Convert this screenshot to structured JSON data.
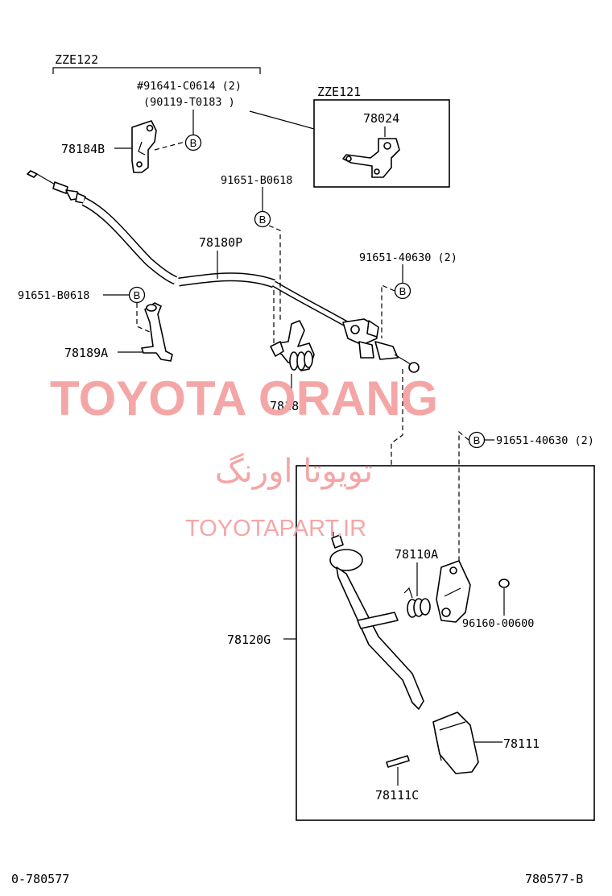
{
  "models": {
    "zze122": "ZZE122",
    "zze121": "ZZE121"
  },
  "labels": {
    "bolt_91641": "#91641-C0614 (2)",
    "bolt_90119": "(90119-T0183 )",
    "p78024": "78024",
    "p78184b": "78184B",
    "p91651_b0618_top": "91651-B0618",
    "p78180p": "78180P",
    "p91651_40630_top": "91651-40630 (2)",
    "p91651_b0618_left": "91651-B0618",
    "p78189a": "78189A",
    "p78186": "78186",
    "p91651_40630_box": "91651-40630 (2)",
    "p78110a": "78110A",
    "p78120g": "78120G",
    "p96160": "96160-00600",
    "p78111": "78111",
    "p78111c": "78111C"
  },
  "marker": "B",
  "footer": {
    "left": "0-780577",
    "right": "780577-B"
  },
  "watermark": {
    "brand": "TOYOTA ORANG",
    "persian": "تویوتا اورنگ",
    "url": "TOYOTAPART.IR"
  },
  "colors": {
    "watermark": "#f4a6a6",
    "ink": "#000000"
  }
}
